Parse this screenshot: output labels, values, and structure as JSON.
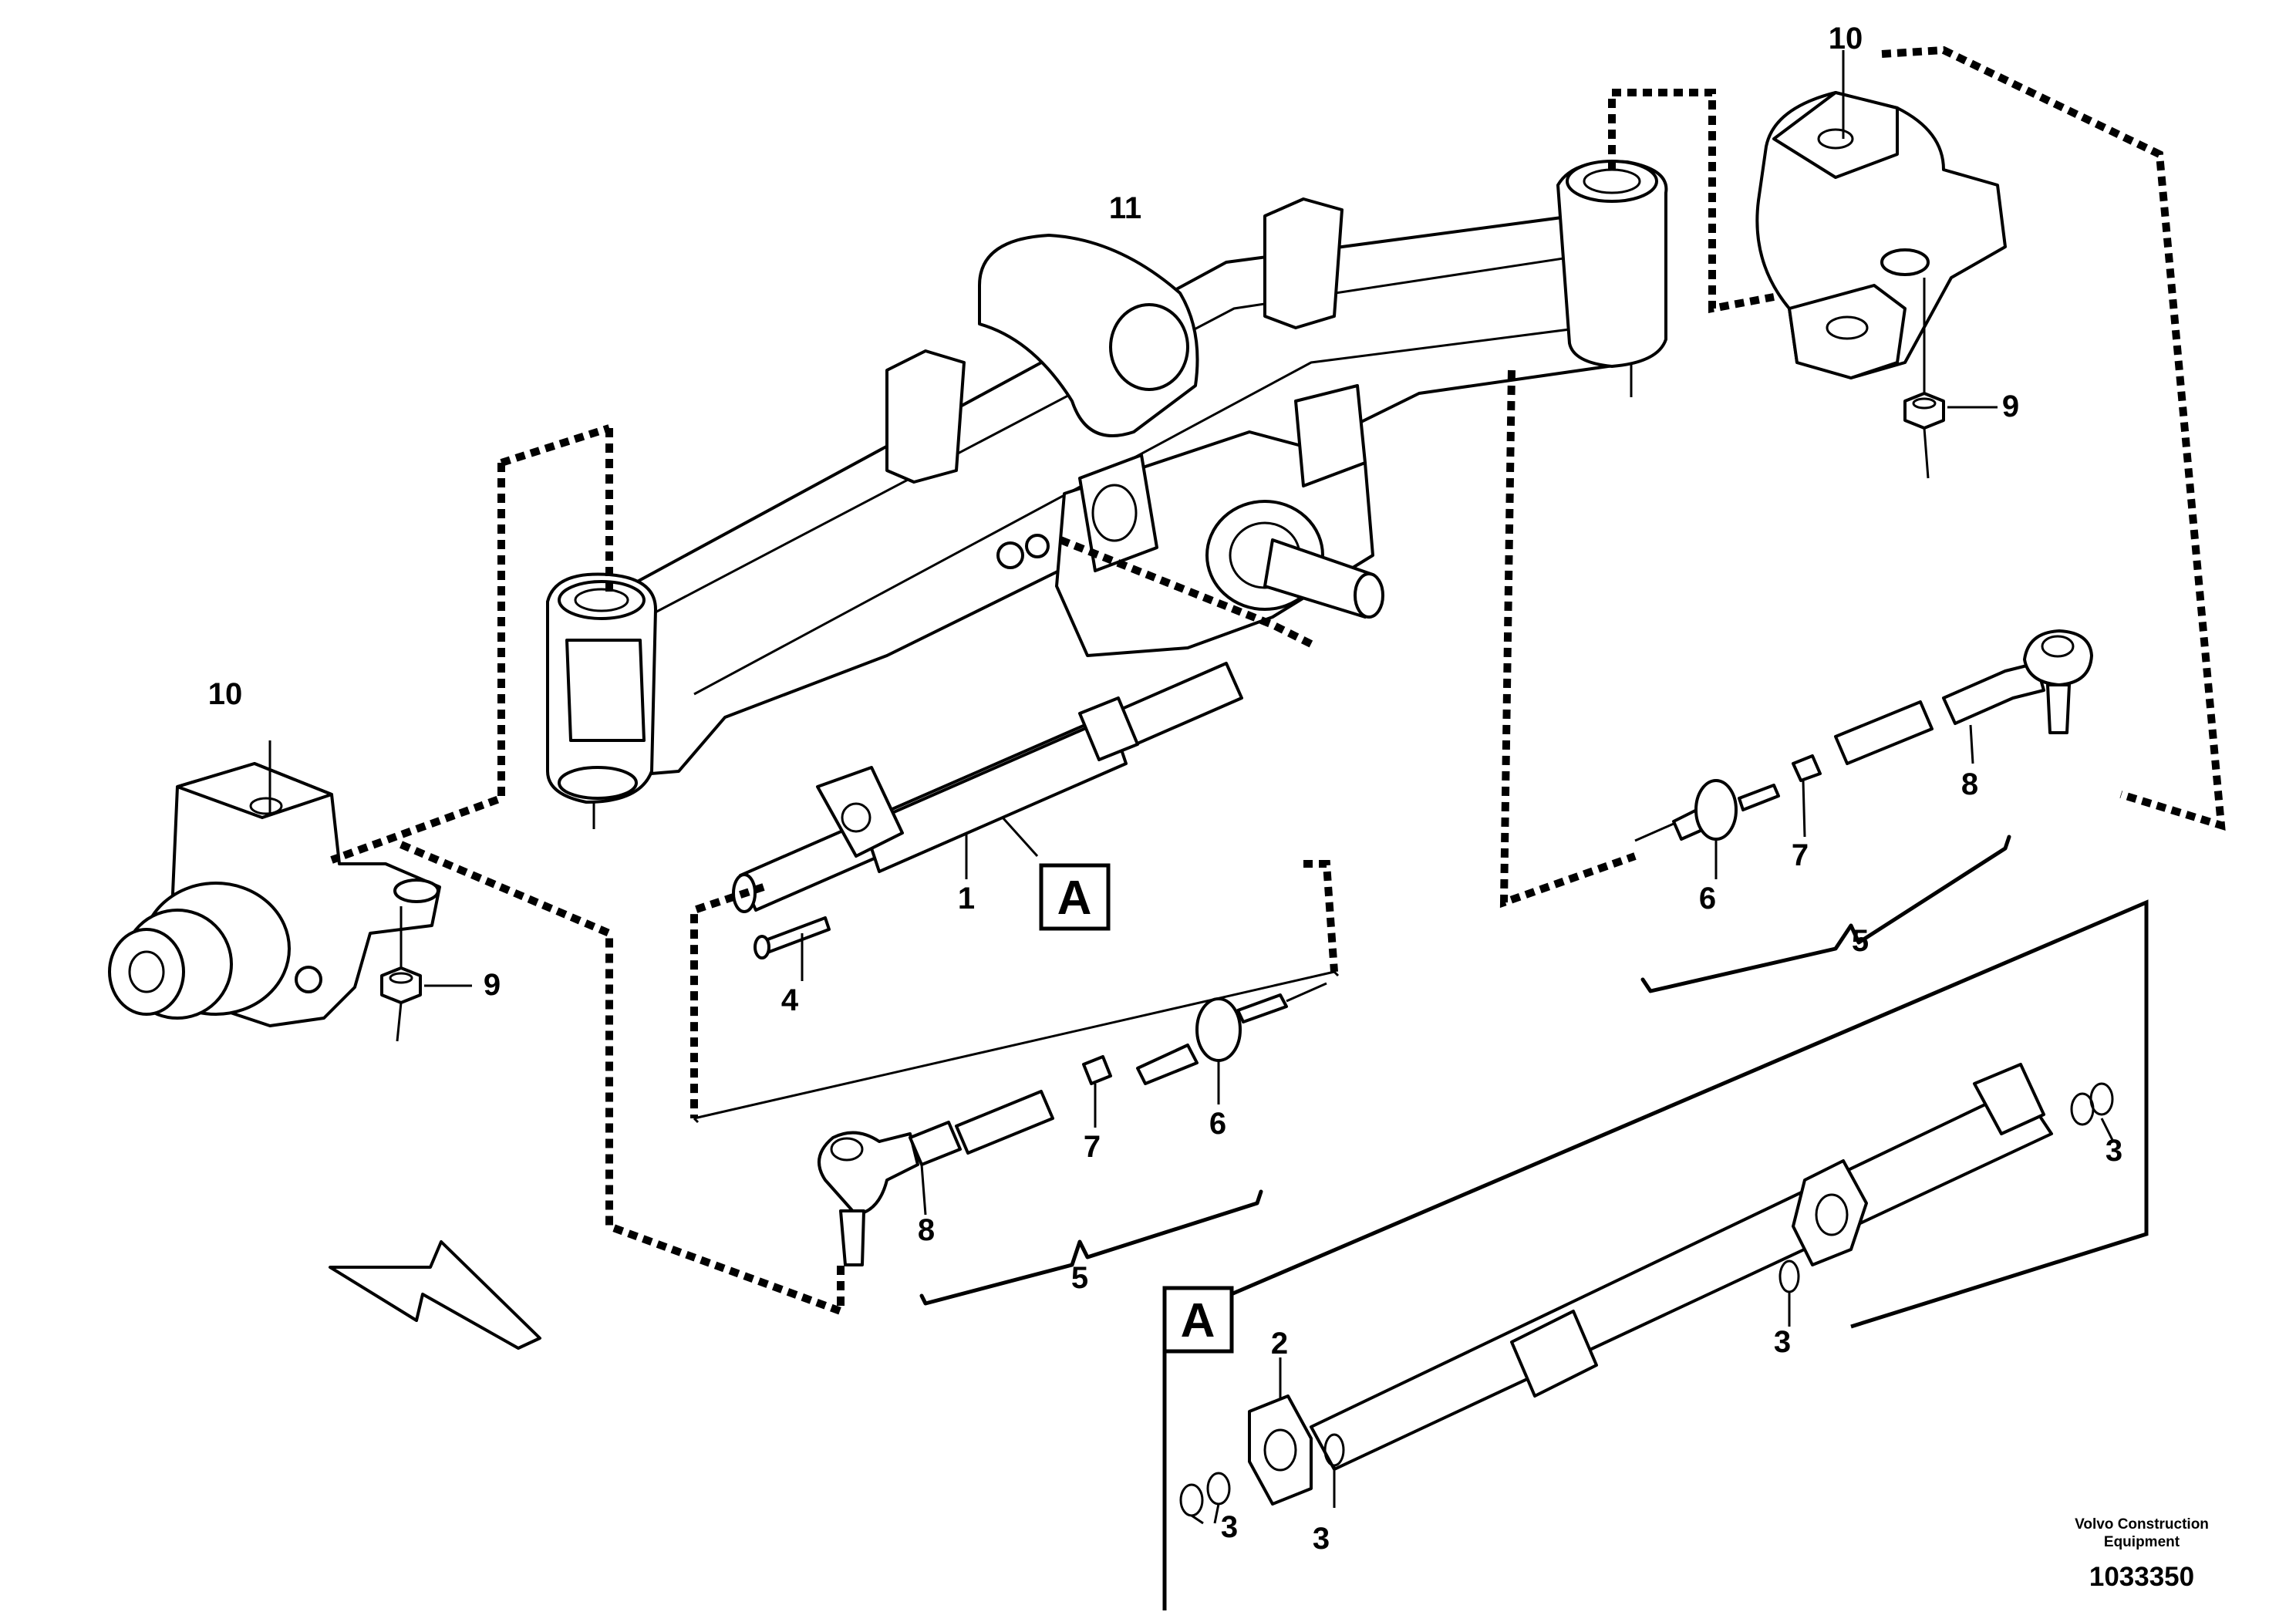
{
  "callouts": {
    "c1": "1",
    "c2": "2",
    "c3a": "3",
    "c3b": "3",
    "c3c": "3",
    "c3d": "3",
    "c4": "4",
    "c5a": "5",
    "c5b": "5",
    "c6a": "6",
    "c6b": "6",
    "c7a": "7",
    "c7b": "7",
    "c8a": "8",
    "c8b": "8",
    "c9a": "9",
    "c9b": "9",
    "c10a": "10",
    "c10b": "10",
    "c11": "11"
  },
  "detail_marker": "A",
  "detail_view_marker": "A",
  "footer": {
    "company": "Volvo Construction Equipment",
    "doc_number": "1033350"
  }
}
